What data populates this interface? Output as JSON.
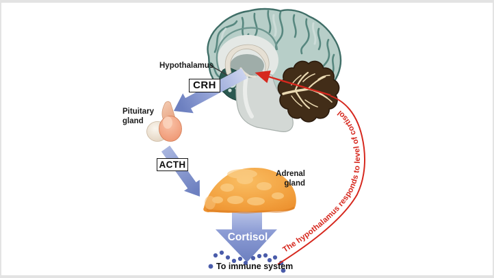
{
  "canvas": {
    "background": "#ffffff",
    "frame_color": "#e3e3e3"
  },
  "diagram": {
    "labels": {
      "hypothalamus": "Hypothalamus",
      "crh": "CRH",
      "pituitary_line1": "Pituitary",
      "pituitary_line2": "gland",
      "acth": "ACTH",
      "adrenal_line1": "Adrenal",
      "adrenal_line2": "gland",
      "cortisol": "Cortisol",
      "immune": "To immune system",
      "feedback": "The hypothalamus responds to level of cortisol"
    },
    "colors": {
      "arrow_blue": "#6d80c0",
      "arrow_blue_light": "#c9d2ee",
      "dot_blue": "#4a5caa",
      "feedback_red": "#d6281e",
      "label_text": "#1a1a1a",
      "cortisol_text": "#ffffff",
      "brain_cortex": "#b7cec8",
      "brain_outline": "#3f6e67",
      "deep_brain_teal": "#2a5850",
      "cerebellum_brown": "#422d18",
      "cerebellum_branch": "#ead9b2",
      "adrenal_orange": "#ef9232",
      "pituitary_pink": "#ec8a64",
      "pituitary_cream": "#f3ecdf"
    }
  }
}
